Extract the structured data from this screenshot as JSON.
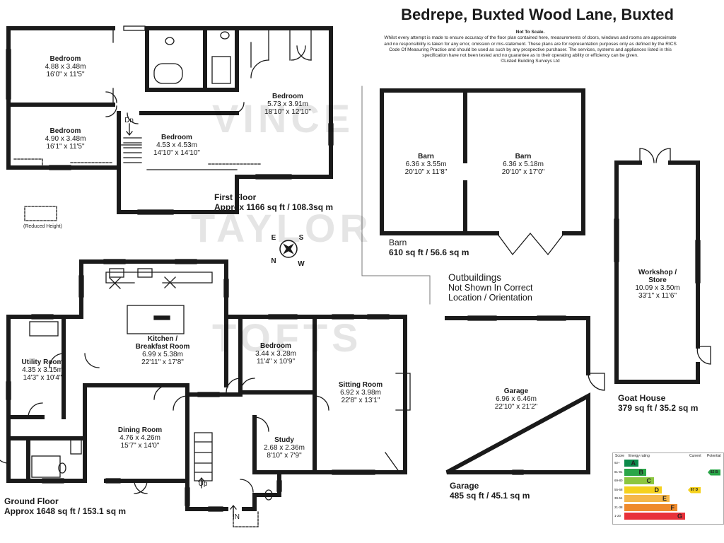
{
  "header": {
    "title": "Bedrepe, Buxted Wood Lane, Buxted",
    "not_to_scale": "Not To Scale.",
    "disclaimer": "Whilst every attempt is made to ensure accuracy of the floor plan contained here, measurements of doors, windows and rooms are approximate and no responsibility is taken for any error, omission or mis-statement. These plans are for representation purposes only as defined by the RICS Code Of Measuring Practice and should be used as such by any prospective purchaser. The services, systems and appliances listed in this specification have not been tested and no guarantee as to their operating ability or efficiency can be given.",
    "copyright": "©Listed Building Surveys Ltd"
  },
  "watermark": {
    "line1": "VINCE",
    "line2": "TAYLOR",
    "line3": "TOFTS"
  },
  "first_floor": {
    "label": "First Floor",
    "area": "Approx 1166 sq ft / 108.3sq m",
    "reduced_height": "(Reduced Height)",
    "dn": "Dn",
    "rooms": [
      {
        "name": "Bedroom",
        "metric": "4.88 x 3.48m",
        "imperial": "16'0\" x 11'5\""
      },
      {
        "name": "Bedroom",
        "metric": "4.90 x 3.48m",
        "imperial": "16'1\" x 11'5\""
      },
      {
        "name": "Bedroom",
        "metric": "4.53 x 4.53m",
        "imperial": "14'10\" x 14'10\""
      },
      {
        "name": "Bedroom",
        "metric": "5.73 x 3.91m",
        "imperial": "18'10\" x 12'10\""
      }
    ]
  },
  "ground_floor": {
    "label": "Ground Floor",
    "area": "Approx 1648 sq ft / 153.1 sq m",
    "up": "Up",
    "in": "IN",
    "rooms": [
      {
        "name": "Kitchen /",
        "name2": "Breakfast Room",
        "metric": "6.99 x 5.38m",
        "imperial": "22'11\" x 17'8\""
      },
      {
        "name": "Utility Room",
        "metric": "4.35 x 3.15m",
        "imperial": "14'3\" x 10'4\""
      },
      {
        "name": "Bedroom",
        "metric": "3.44 x 3.28m",
        "imperial": "11'4\" x 10'9\""
      },
      {
        "name": "Sitting Room",
        "metric": "6.92 x 3.98m",
        "imperial": "22'8\" x 13'1\""
      },
      {
        "name": "Dining Room",
        "metric": "4.76 x 4.26m",
        "imperial": "15'7\" x 14'0\""
      },
      {
        "name": "Study",
        "metric": "2.68 x 2.36m",
        "imperial": "8'10\" x 7'9\""
      }
    ]
  },
  "compass": {
    "e": "E",
    "s": "S",
    "n": "N",
    "w": "W"
  },
  "barn": {
    "label": "Barn",
    "area": "610 sq ft / 56.6 sq m",
    "rooms": [
      {
        "name": "Barn",
        "metric": "6.36 x 3.55m",
        "imperial": "20'10\" x 11'8\""
      },
      {
        "name": "Barn",
        "metric": "6.36 x 5.18m",
        "imperial": "20'10\" x 17'0\""
      }
    ]
  },
  "outbuildings": {
    "title": "Outbuildings",
    "line1": "Not Shown In Correct",
    "line2": "Location / Orientation"
  },
  "workshop": {
    "name": "Workshop /",
    "name2": "Store",
    "metric": "10.09 x 3.50m",
    "imperial": "33'1\" x 11'6\"",
    "label": "Goat House",
    "area": "379 sq ft / 35.2 sq m"
  },
  "garage": {
    "name": "Garage",
    "metric": "6.96 x 6.46m",
    "imperial": "22'10\" x 21'2\"",
    "label": "Garage",
    "area": "485 sq ft / 45.1 sq m"
  },
  "epc": {
    "header_score": "Score",
    "header_rating": "Energy rating",
    "header_current": "Current",
    "header_potential": "Potential",
    "bands": [
      {
        "range": "92+",
        "letter": "A",
        "color": "#0c8a4a",
        "width": 20
      },
      {
        "range": "81-91",
        "letter": "B",
        "color": "#2aa648",
        "width": 31
      },
      {
        "range": "69-80",
        "letter": "C",
        "color": "#8cc63f",
        "width": 42
      },
      {
        "range": "55-68",
        "letter": "D",
        "color": "#f5d11d",
        "width": 53
      },
      {
        "range": "39-54",
        "letter": "E",
        "color": "#f5b74a",
        "width": 64
      },
      {
        "range": "21-38",
        "letter": "F",
        "color": "#ef8a2c",
        "width": 75
      },
      {
        "range": "1-20",
        "letter": "G",
        "color": "#e8313a",
        "width": 86
      }
    ],
    "current": {
      "value": "67",
      "letter": "D",
      "color": "#f5d11d"
    },
    "potential": {
      "value": "82",
      "letter": "B",
      "color": "#2aa648"
    }
  }
}
